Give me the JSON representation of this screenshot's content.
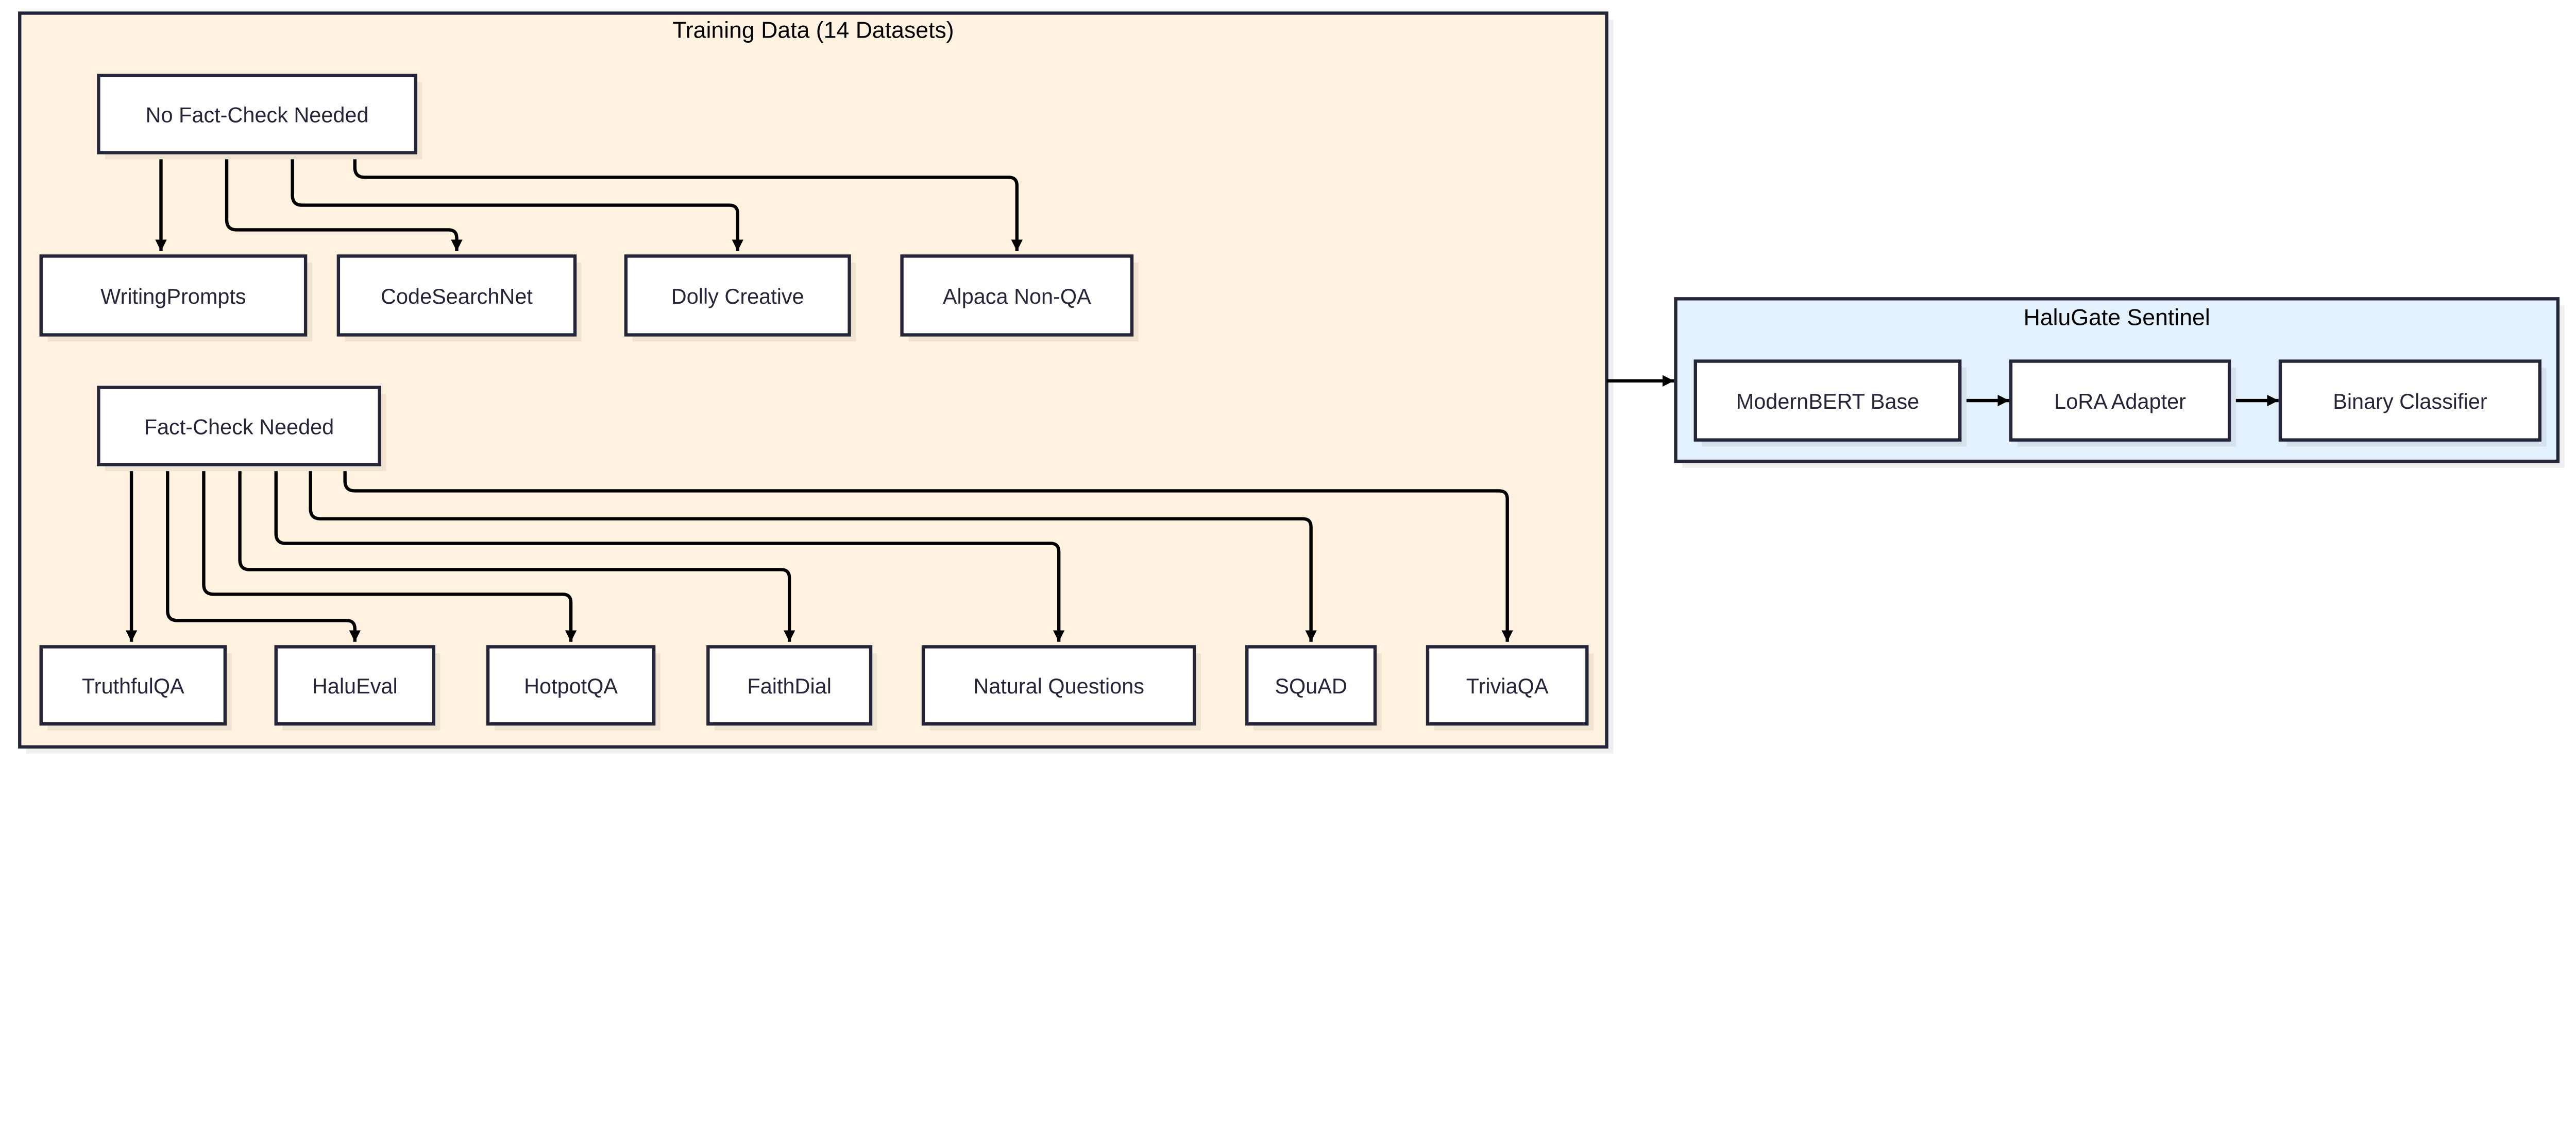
{
  "colors": {
    "training_bg": "#fff2e0",
    "sentinel_bg": "#e3f1fc",
    "border": "#25253a",
    "node_bg": "#ffffff",
    "edge": "#000000"
  },
  "groups": [
    {
      "id": "training",
      "title": "Training Data (14 Datasets)"
    },
    {
      "id": "sentinel",
      "title": "HaluGate Sentinel"
    }
  ],
  "nodes": [
    {
      "id": "nofc",
      "group": "training",
      "label": "No Fact-Check Needed"
    },
    {
      "id": "wp",
      "group": "training",
      "label": "WritingPrompts"
    },
    {
      "id": "csn",
      "group": "training",
      "label": "CodeSearchNet"
    },
    {
      "id": "dolly",
      "group": "training",
      "label": "Dolly Creative"
    },
    {
      "id": "alpaca",
      "group": "training",
      "label": "Alpaca Non-QA"
    },
    {
      "id": "fc",
      "group": "training",
      "label": "Fact-Check Needed"
    },
    {
      "id": "tqa",
      "group": "training",
      "label": "TruthfulQA"
    },
    {
      "id": "halu",
      "group": "training",
      "label": "HaluEval"
    },
    {
      "id": "hotpot",
      "group": "training",
      "label": "HotpotQA"
    },
    {
      "id": "faith",
      "group": "training",
      "label": "FaithDial"
    },
    {
      "id": "nq",
      "group": "training",
      "label": "Natural Questions"
    },
    {
      "id": "squad",
      "group": "training",
      "label": "SQuAD"
    },
    {
      "id": "trivia",
      "group": "training",
      "label": "TriviaQA"
    },
    {
      "id": "bert",
      "group": "sentinel",
      "label": "ModernBERT Base"
    },
    {
      "id": "lora",
      "group": "sentinel",
      "label": "LoRA Adapter"
    },
    {
      "id": "bin",
      "group": "sentinel",
      "label": "Binary Classifier"
    }
  ],
  "edges": [
    [
      "nofc",
      "wp"
    ],
    [
      "nofc",
      "csn"
    ],
    [
      "nofc",
      "dolly"
    ],
    [
      "nofc",
      "alpaca"
    ],
    [
      "fc",
      "tqa"
    ],
    [
      "fc",
      "halu"
    ],
    [
      "fc",
      "hotpot"
    ],
    [
      "fc",
      "faith"
    ],
    [
      "fc",
      "nq"
    ],
    [
      "fc",
      "squad"
    ],
    [
      "fc",
      "trivia"
    ],
    [
      "training",
      "sentinel"
    ],
    [
      "bert",
      "lora"
    ],
    [
      "lora",
      "bin"
    ]
  ]
}
